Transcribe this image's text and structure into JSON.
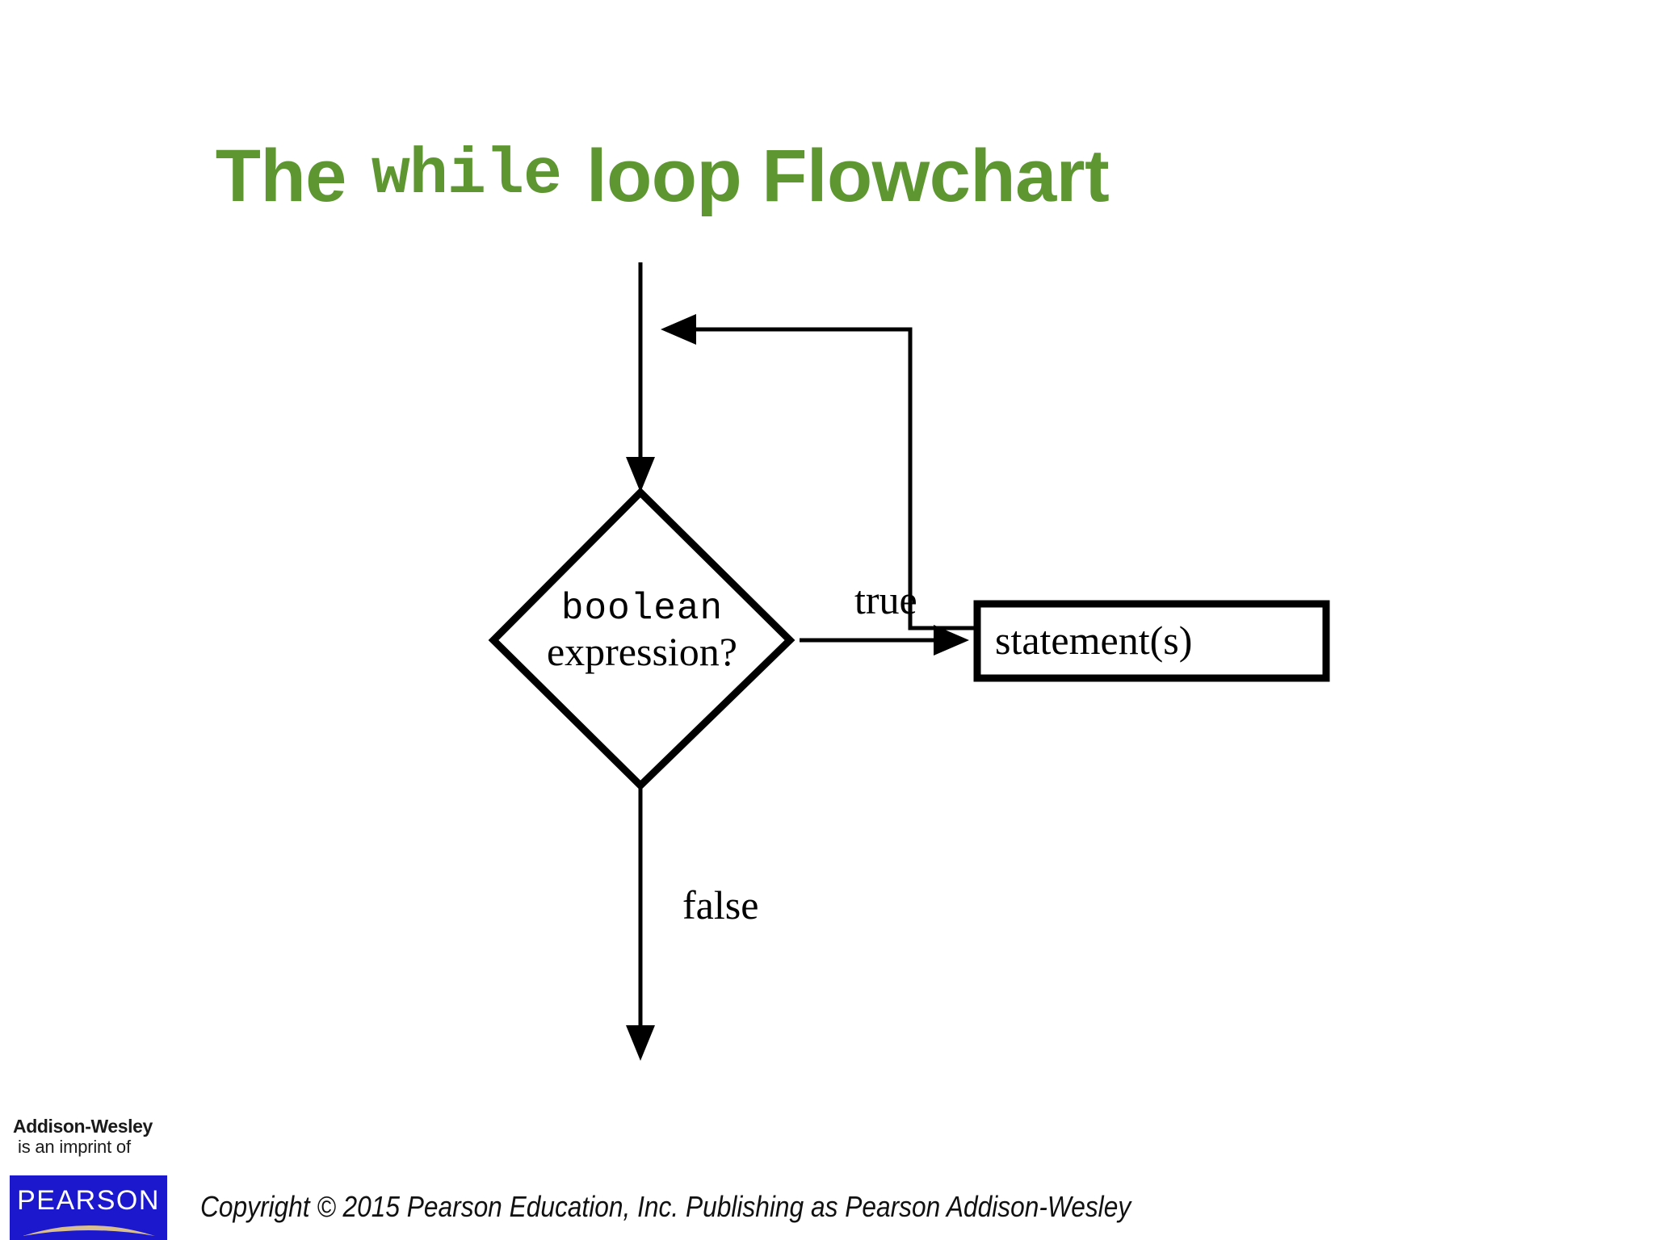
{
  "slide": {
    "title": {
      "prefix": "The",
      "keyword": "while",
      "suffix": "loop Flowchart",
      "color": "#5E9732"
    },
    "background_color": "#FFFFFF"
  },
  "flowchart": {
    "decision": {
      "code_text": "boolean",
      "question_text": "expression?"
    },
    "process": {
      "text": "statement(s)"
    },
    "edges": {
      "true_label": "true",
      "false_label": "false"
    },
    "stroke_color": "#000000"
  },
  "footer": {
    "imprint_line1": "Addison-Wesley",
    "imprint_line2": "is an imprint of",
    "brand": "PEARSON",
    "brand_bg": "#1B18CE",
    "copyright": "Copyright © 2015 Pearson Education, Inc. Publishing as Pearson Addison-Wesley"
  }
}
